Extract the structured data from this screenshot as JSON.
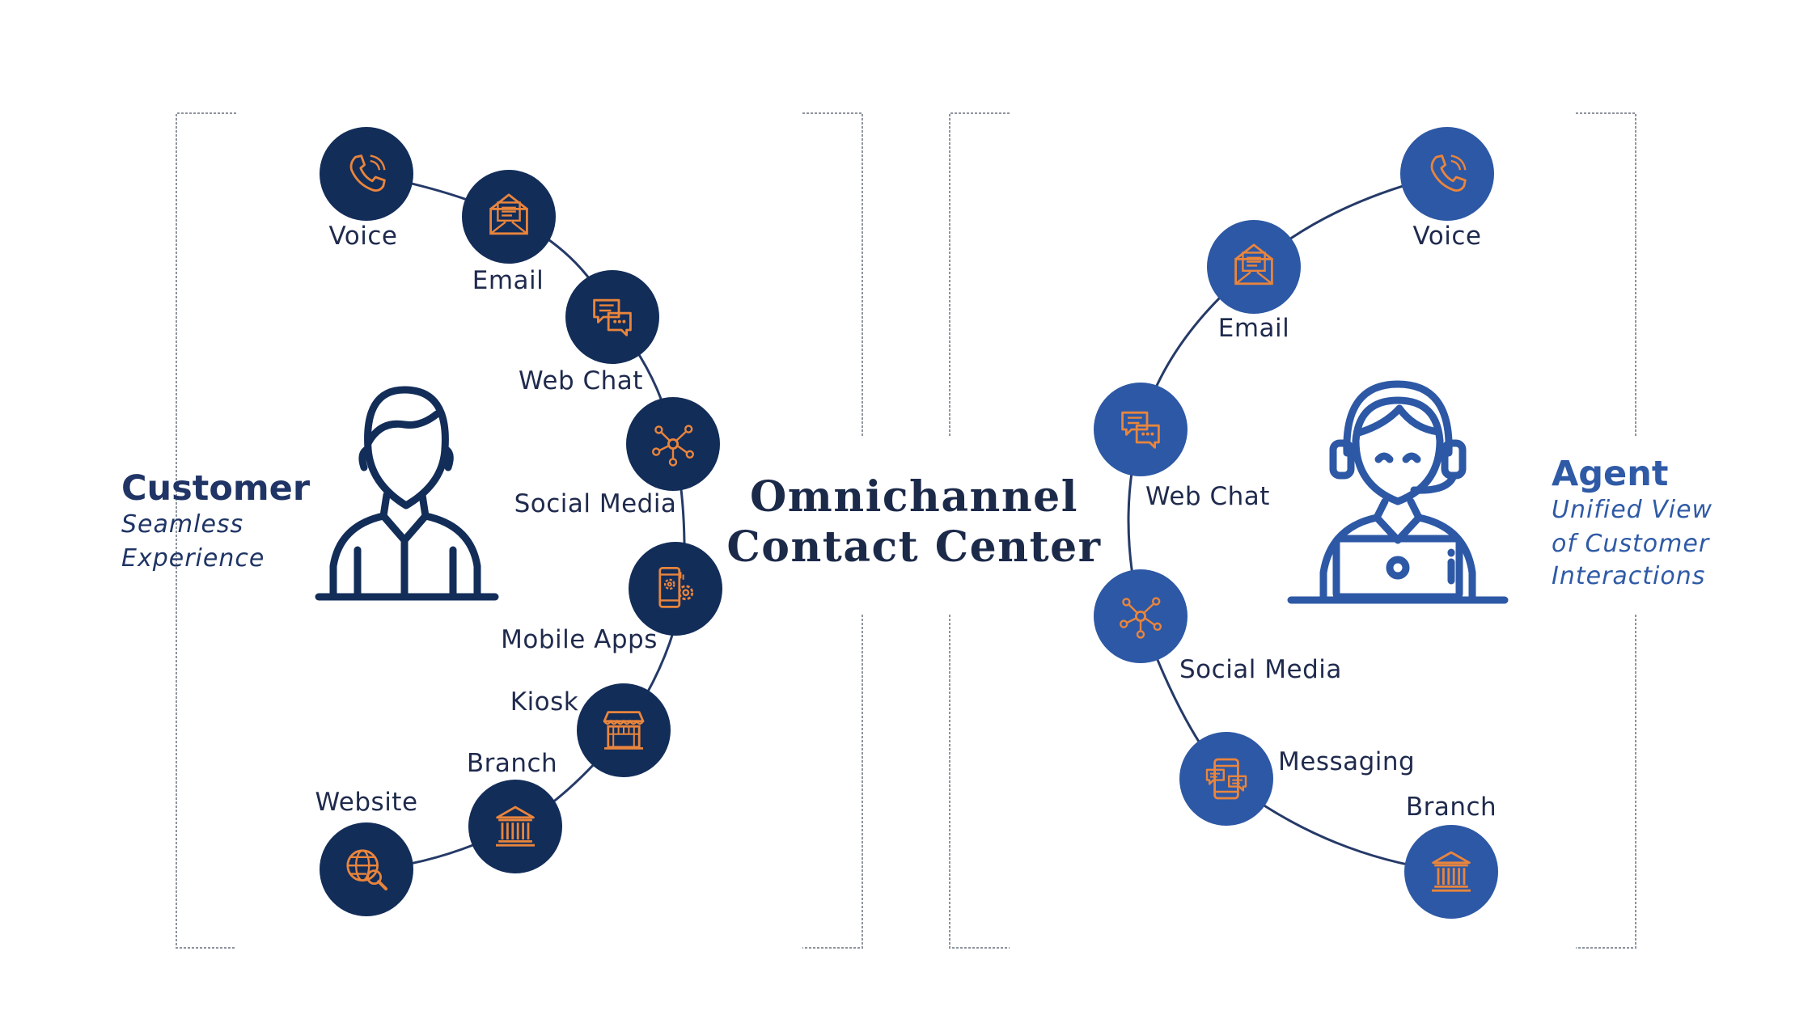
{
  "colors": {
    "customer_node": "#132d59",
    "agent_node": "#2d58a5",
    "icon_stroke": "#e9853c",
    "line": "#253a68",
    "bracket": "#8f949e",
    "agent_text": "#2f5aa6",
    "customer_text": "#203566"
  },
  "center": {
    "line1": "Omnichannel",
    "line2": "Contact Center"
  },
  "customer": {
    "title": "Customer",
    "subtitle_line1": "Seamless",
    "subtitle_line2": "Experience",
    "person_icon": "user-icon",
    "channels": [
      {
        "label": "Voice",
        "icon": "phone-icon"
      },
      {
        "label": "Email",
        "icon": "envelope-icon"
      },
      {
        "label": "Web Chat",
        "icon": "chat-bubbles-icon"
      },
      {
        "label": "Social Media",
        "icon": "network-icon"
      },
      {
        "label": "Mobile Apps",
        "icon": "mobile-gear-icon"
      },
      {
        "label": "Kiosk",
        "icon": "kiosk-store-icon"
      },
      {
        "label": "Branch",
        "icon": "bank-icon"
      },
      {
        "label": "Website",
        "icon": "globe-search-icon"
      }
    ]
  },
  "agent": {
    "title": "Agent",
    "subtitle_line1": "Unified View",
    "subtitle_line2": "of Customer",
    "subtitle_line3": "Interactions",
    "person_icon": "headset-agent-icon",
    "channels": [
      {
        "label": "Voice",
        "icon": "phone-icon"
      },
      {
        "label": "Email",
        "icon": "envelope-icon"
      },
      {
        "label": "Web Chat",
        "icon": "chat-bubbles-icon"
      },
      {
        "label": "Social Media",
        "icon": "network-icon"
      },
      {
        "label": "Messaging",
        "icon": "mobile-chat-icon"
      },
      {
        "label": "Branch",
        "icon": "bank-icon"
      }
    ]
  }
}
